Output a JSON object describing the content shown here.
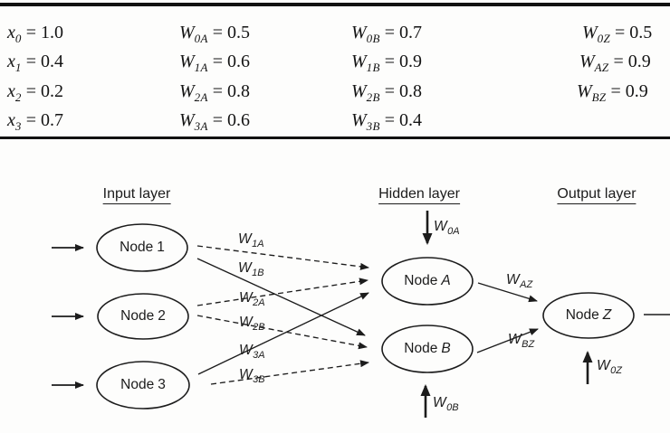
{
  "table": {
    "rows": [
      {
        "c0": {
          "b": "x",
          "s": "0",
          "r": "= 1.0"
        },
        "c1": {
          "b": "W",
          "s": "0A",
          "r": "= 0.5"
        },
        "c2": {
          "b": "W",
          "s": "0B",
          "r": "= 0.7"
        },
        "c3": {
          "b": "W",
          "s": "0Z",
          "r": "= 0.5"
        }
      },
      {
        "c0": {
          "b": "x",
          "s": "1",
          "r": "= 0.4"
        },
        "c1": {
          "b": "W",
          "s": "1A",
          "r": "= 0.6"
        },
        "c2": {
          "b": "W",
          "s": "1B",
          "r": "= 0.9"
        },
        "c3": {
          "b": "W",
          "s": "AZ",
          "r": "= 0.9"
        }
      },
      {
        "c0": {
          "b": "x",
          "s": "2",
          "r": "= 0.2"
        },
        "c1": {
          "b": "W",
          "s": "2A",
          "r": "= 0.8"
        },
        "c2": {
          "b": "W",
          "s": "2B",
          "r": "= 0.8"
        },
        "c3": {
          "b": "W",
          "s": "BZ",
          "r": "= 0.9"
        }
      },
      {
        "c0": {
          "b": "x",
          "s": "3",
          "r": "= 0.7"
        },
        "c1": {
          "b": "W",
          "s": "3A",
          "r": "= 0.6"
        },
        "c2": {
          "b": "W",
          "s": "3B",
          "r": "= 0.4"
        }
      }
    ]
  },
  "diagram": {
    "headings": {
      "input": "Input layer",
      "hidden": "Hidden layer",
      "output": "Output layer"
    },
    "nodes": {
      "n1": {
        "prefix": "Node",
        "id": "1"
      },
      "n2": {
        "prefix": "Node",
        "id": "2"
      },
      "n3": {
        "prefix": "Node",
        "id": "3"
      },
      "na": {
        "prefix": "Node",
        "id": "A"
      },
      "nb": {
        "prefix": "Node",
        "id": "B"
      },
      "nz": {
        "prefix": "Node",
        "id": "Z"
      }
    },
    "weights": {
      "w1a": {
        "b": "W",
        "s": "1A"
      },
      "w1b": {
        "b": "W",
        "s": "1B"
      },
      "w2a": {
        "b": "W",
        "s": "2A"
      },
      "w2b": {
        "b": "W",
        "s": "2B"
      },
      "w3a": {
        "b": "W",
        "s": "3A"
      },
      "w3b": {
        "b": "W",
        "s": "3B"
      },
      "w0a": {
        "b": "W",
        "s": "0A"
      },
      "w0b": {
        "b": "W",
        "s": "0B"
      },
      "w0z": {
        "b": "W",
        "s": "0Z"
      },
      "waz": {
        "b": "W",
        "s": "AZ"
      },
      "wbz": {
        "b": "W",
        "s": "BZ"
      }
    },
    "colors": {
      "ink": "#1c1c1c",
      "background": "#fdfdfc"
    }
  }
}
